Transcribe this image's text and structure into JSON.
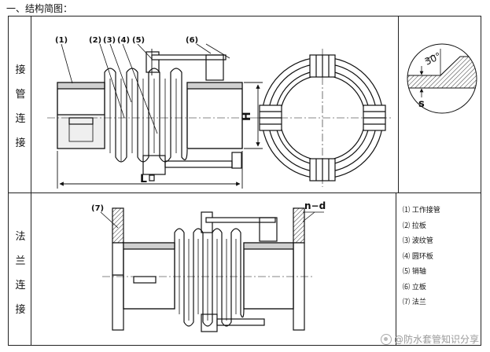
{
  "heading": "一、结构简图：",
  "rows": {
    "top_label": [
      "接",
      "管",
      "连",
      "接"
    ],
    "bottom_label": [
      "法",
      "兰",
      "连",
      "接"
    ]
  },
  "callouts_top": [
    "(1)",
    "(2)",
    "(3)",
    "(4)",
    "(5)",
    "(6)"
  ],
  "callouts_bottom": [
    "(7)"
  ],
  "dims": {
    "length": "L",
    "height": "H",
    "flange_holes": "n−d",
    "angle": "30°",
    "thickness": "s"
  },
  "legend": [
    "⑴ 工作接管",
    "⑵ 拉板",
    "⑶ 波纹管",
    "⑷ 圆环板",
    "⑸ 销轴",
    "⑹ 立板",
    "⑺ 法兰"
  ],
  "watermark": "@防水套管知识分享"
}
